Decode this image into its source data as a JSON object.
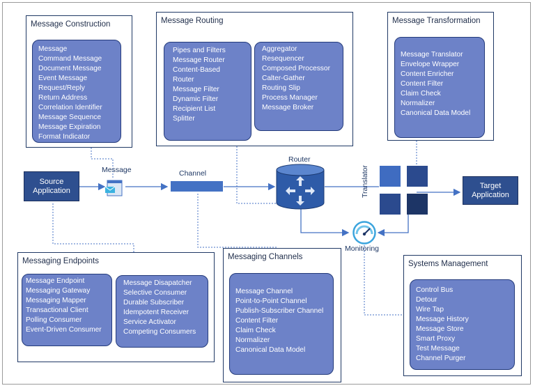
{
  "panels": {
    "construction": {
      "title": "Message Construction",
      "items": [
        "Message",
        "Command Message",
        "Document Message",
        "Event Message",
        "Request/Reply",
        "Return Address",
        "Correlation Identifier",
        "Message Sequence",
        "Message Expiration",
        "Format Indicator"
      ]
    },
    "routing": {
      "title": "Message Routing",
      "items_left": [
        "Pipes and Filters",
        "Message Router",
        "Content-Based",
        "Router",
        "Message Filter",
        "Dynamic Filter",
        "Recipient List",
        "Splitter"
      ],
      "items_right": [
        "Aggregator",
        "Resequencer",
        "Composed Processor",
        "Calter-Gather",
        "Routing Slip",
        "Process Manager",
        "Message Broker"
      ]
    },
    "transformation": {
      "title": "Message Transformation",
      "items": [
        "Message Translator",
        "Envelope Wrapper",
        "Content Enricher",
        "Content Filter",
        "Claim Check",
        "Normalizer",
        "Canonical Data Model"
      ]
    },
    "endpoints": {
      "title": "Messaging  Endpoints",
      "items_left": [
        "Message Endpoint",
        "Messaging Gateway",
        "Messaging Mapper",
        "Transactional Client",
        "Polling Consumer",
        "Event-Driven Consumer"
      ],
      "items_right": [
        "Message Disapatcher",
        "Selective Consumer",
        "Durable Subscriber",
        "Idempotent Receiver",
        "Service Activator",
        "Competing Consumers"
      ]
    },
    "channels": {
      "title": "Messaging Channels",
      "items": [
        "Message Channel",
        "Point-to-Point Channel",
        "Publish-Subscriber Channel",
        "Content Filter",
        "Claim Check",
        "Normalizer",
        "Canonical Data Model"
      ]
    },
    "management": {
      "title": "Systems Management",
      "items": [
        "Control Bus",
        "Detour",
        "Wire Tap",
        "Message History",
        "Message Store",
        "Smart Proxy",
        "Test Message",
        "Channel Purger"
      ]
    }
  },
  "flow": {
    "source_line1": "Source",
    "source_line2": "Application",
    "message_label": "Message",
    "channel_label": "Channel",
    "router_label": "Router",
    "translator_label": "Translator",
    "target_line1": "Target",
    "target_line2": "Application",
    "monitoring_label": "Monitoring"
  },
  "colors": {
    "panel_fill": "#6d82c8",
    "panel_border": "#233a7a",
    "node_fill": "#2e4f8f",
    "line": "#4472c4"
  },
  "icons": [
    "envelope-icon",
    "router-icon",
    "translator-icon",
    "gauge-icon"
  ]
}
